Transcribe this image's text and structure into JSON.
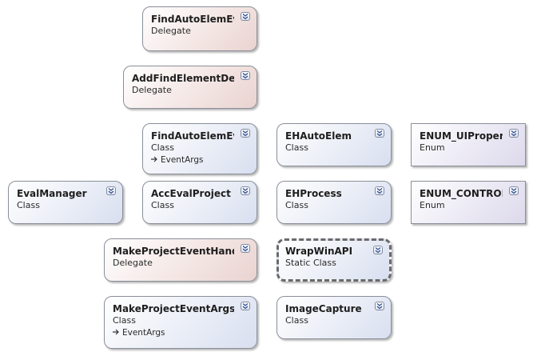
{
  "shapes": [
    {
      "name": "FindAutoElemEv...",
      "kind": "Delegate",
      "base": "",
      "style": "delegate"
    },
    {
      "name": "AddFindElementDele",
      "kind": "Delegate",
      "base": "",
      "style": "delegate"
    },
    {
      "name": "FindAutoElemEv...",
      "kind": "Class",
      "base": "EventArgs",
      "style": "class"
    },
    {
      "name": "EHAutoElem",
      "kind": "Class",
      "base": "",
      "style": "class"
    },
    {
      "name": "ENUM_UIProper...",
      "kind": "Enum",
      "base": "",
      "style": "enum"
    },
    {
      "name": "EvalManager",
      "kind": "Class",
      "base": "",
      "style": "class"
    },
    {
      "name": "AccEvalProject",
      "kind": "Class",
      "base": "",
      "style": "class"
    },
    {
      "name": "EHProcess",
      "kind": "Class",
      "base": "",
      "style": "class"
    },
    {
      "name": "ENUM_CONTROL",
      "kind": "Enum",
      "base": "",
      "style": "enum"
    },
    {
      "name": "MakeProjectEventHandler",
      "kind": "Delegate",
      "base": "",
      "style": "delegate"
    },
    {
      "name": "WrapWinAPI",
      "kind": "Static Class",
      "base": "",
      "style": "static"
    },
    {
      "name": "MakeProjectEventArgs",
      "kind": "Class",
      "base": "EventArgs",
      "style": "class"
    },
    {
      "name": "ImageCapture",
      "kind": "Class",
      "base": "",
      "style": "class"
    }
  ],
  "icons": {
    "expand": "double-chevron-down-icon",
    "inheritance": "inheritance-arrow-icon"
  },
  "colors": {
    "class_fill": "#d9dff0",
    "delegate_fill": "#ead3d0",
    "enum_fill": "#ddd9ec",
    "border": "#8a8f99"
  }
}
